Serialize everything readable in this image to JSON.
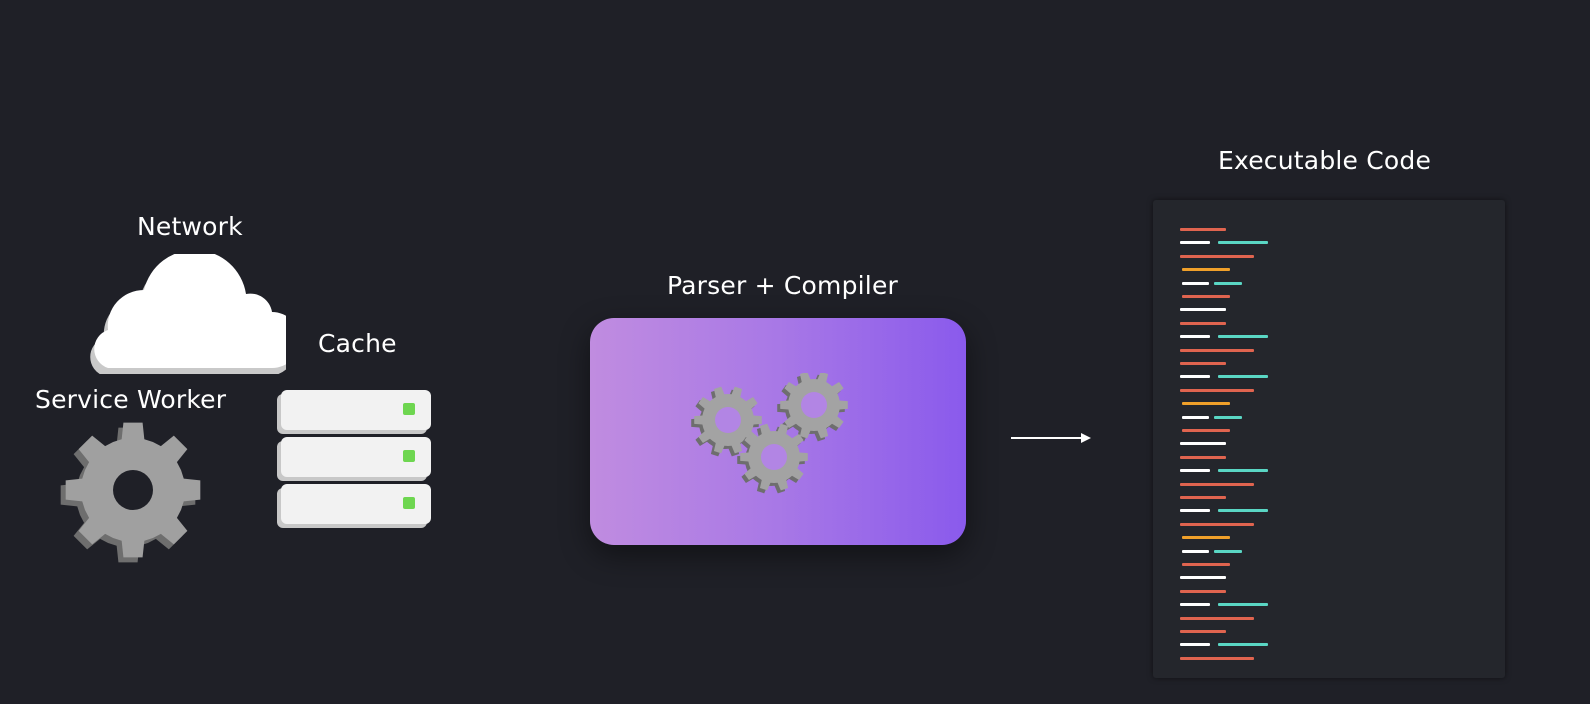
{
  "labels": {
    "network": "Network",
    "cache": "Cache",
    "service_worker": "Service Worker",
    "parser": "Parser + Compiler",
    "executable": "Executable Code"
  },
  "icons": {
    "network": "cloud-icon",
    "cache": "server-stack-icon",
    "service_worker": "gear-icon",
    "parser": "gears-icon",
    "flow": "arrow-right-icon"
  },
  "colors": {
    "background": "#1f2027",
    "text": "#ffffff",
    "cache_led": "#6ed650",
    "parser_gradient_start": "#c08ce0",
    "parser_gradient_end": "#8a5aec",
    "gear_gray": "#9a9a9a",
    "code_panel": "#24262c",
    "code_red": "#e0644f",
    "code_white": "#ffffff",
    "code_teal": "#5ad6c4",
    "code_orange": "#f0a02a"
  }
}
